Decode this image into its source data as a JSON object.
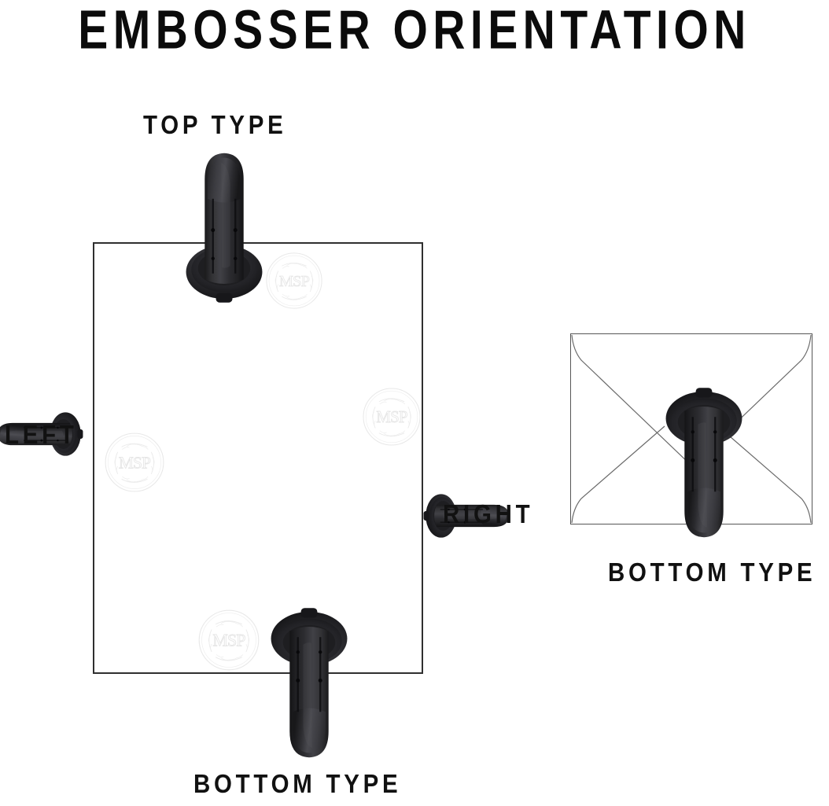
{
  "page": {
    "title": "EMBOSSER ORIENTATION",
    "background_color": "#ffffff",
    "ink_color": "#111111"
  },
  "diagram": {
    "type": "product-orientation-diagram",
    "subject": "embosser",
    "seal_monogram": "MSP",
    "surfaces": [
      {
        "name": "paper-sheet",
        "shape": "rectangle",
        "stroke_color": "#2f2f2f",
        "orientations_shown": [
          "TOP TYPE",
          "LEFT",
          "RIGHT",
          "BOTTOM TYPE"
        ]
      },
      {
        "name": "envelope",
        "shape": "envelope-with-flap",
        "stroke_color": "#565656",
        "orientations_shown": [
          "BOTTOM TYPE"
        ]
      }
    ]
  },
  "labels": {
    "top_type": "TOP TYPE",
    "left": "LEFT",
    "right": "RIGHT",
    "bottom_type": "BOTTOM TYPE",
    "envelope_bottom_type": "BOTTOM TYPE"
  },
  "embossers": [
    {
      "name": "embosser-top",
      "orientation": "top",
      "handle_direction": "up",
      "label": "TOP TYPE"
    },
    {
      "name": "embosser-left",
      "orientation": "left",
      "handle_direction": "left",
      "label": "LEFT"
    },
    {
      "name": "embosser-right",
      "orientation": "right",
      "handle_direction": "right",
      "label": "RIGHT"
    },
    {
      "name": "embosser-bottom",
      "orientation": "bottom",
      "handle_direction": "down",
      "label": "BOTTOM TYPE"
    },
    {
      "name": "embosser-envelope",
      "orientation": "bottom",
      "handle_direction": "down",
      "label": "BOTTOM TYPE"
    }
  ],
  "seals": [
    {
      "name": "seal-top",
      "text": "MSP"
    },
    {
      "name": "seal-left",
      "text": "MSP"
    },
    {
      "name": "seal-middle",
      "text": "MSP"
    },
    {
      "name": "seal-bottom",
      "text": "MSP"
    }
  ],
  "colors": {
    "embosser_body_dark": "#1b1b1d",
    "embosser_body_mid": "#343437",
    "embosser_highlight": "#56565b",
    "paper_stroke": "#2f2f2f",
    "envelope_stroke": "#565656",
    "seal_stroke": "#b9b9b9"
  }
}
